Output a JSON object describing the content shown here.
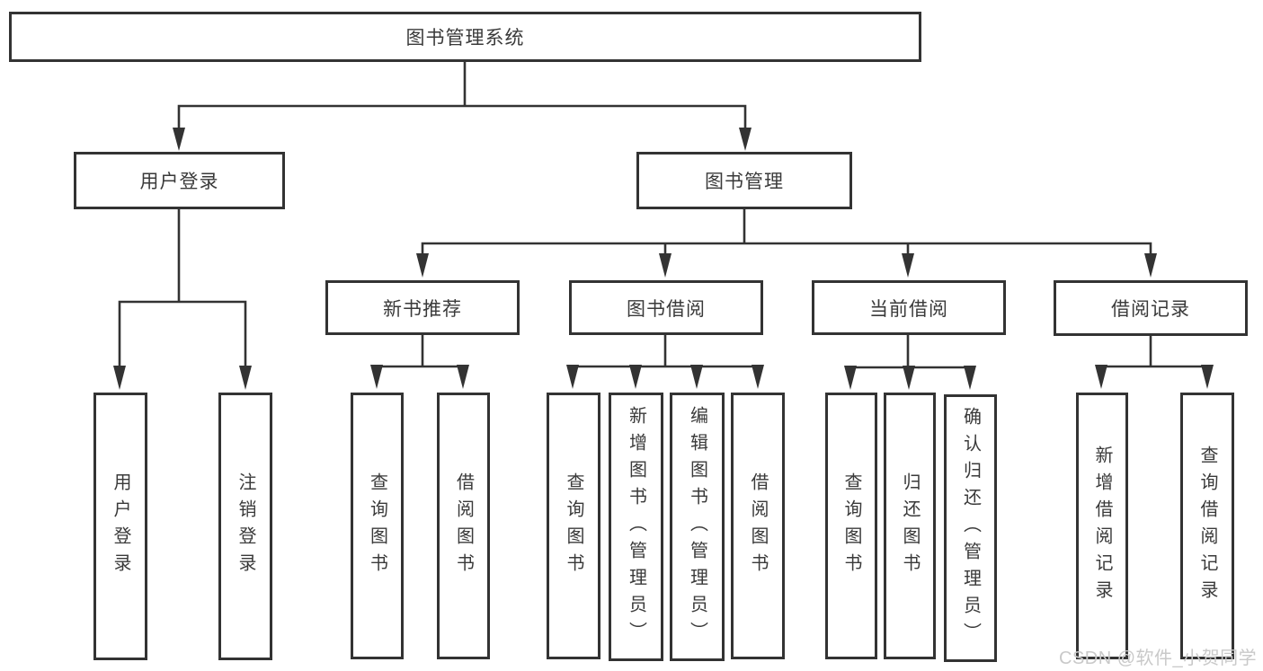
{
  "colors": {
    "line-color": "#333333",
    "border-color": "#333333",
    "text-color": "#3a3a3a",
    "watermark-color": "#c9c9c9",
    "bg-color": "#ffffff"
  },
  "watermark": {
    "text": "CSDN @软件_小贺同学"
  },
  "diagram": {
    "type": "hierarchy-tree",
    "root": {
      "label": "图书管理系统"
    },
    "branches": [
      {
        "label": "用户登录",
        "children": [
          {
            "label": "用户登录"
          },
          {
            "label": "注销登录"
          }
        ]
      },
      {
        "label": "图书管理",
        "children": [
          {
            "label": "新书推荐",
            "children": [
              {
                "label": "查询图书"
              },
              {
                "label": "借阅图书"
              }
            ]
          },
          {
            "label": "图书借阅",
            "children": [
              {
                "label": "查询图书"
              },
              {
                "label": "新增图书（管理员）"
              },
              {
                "label": "编辑图书（管理员）"
              },
              {
                "label": "借阅图书"
              }
            ]
          },
          {
            "label": "当前借阅",
            "children": [
              {
                "label": "查询图书"
              },
              {
                "label": "归还图书"
              },
              {
                "label": "确认归还（管理员）"
              }
            ]
          },
          {
            "label": "借阅记录",
            "children": [
              {
                "label": "新增借阅记录"
              },
              {
                "label": "查询借阅记录"
              }
            ]
          }
        ]
      }
    ]
  }
}
